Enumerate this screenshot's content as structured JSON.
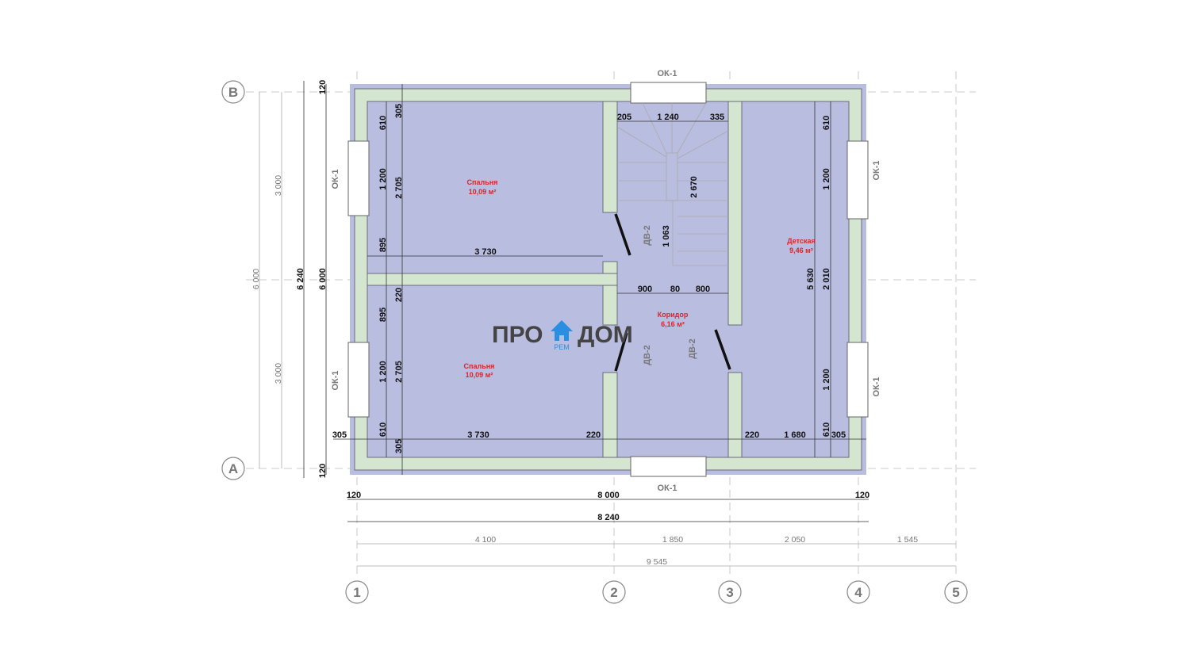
{
  "windows": {
    "top": "ОК-1",
    "bottom": "ОК-1",
    "left_top": "ОК-1",
    "left_bottom": "ОК-1",
    "right_top": "ОК-1",
    "right_bottom": "ОК-1"
  },
  "doors": {
    "stair": "ДВ-2",
    "bedroom": "ДВ-2",
    "kids": "ДВ-2"
  },
  "rooms": {
    "bedroom1": {
      "name": "Спальня",
      "area": "10,09 м²"
    },
    "bedroom2": {
      "name": "Спальня",
      "area": "10,09 м²"
    },
    "kids": {
      "name": "Детская",
      "area": "9,46 м²"
    },
    "corridor": {
      "name": "Коридор",
      "area": "6,16 м²"
    }
  },
  "stair_dims": {
    "a": "205",
    "b": "1 240",
    "c": "335",
    "len": "2 670",
    "gap": "1 063",
    "w1": "900",
    "w2": "80",
    "w3": "800"
  },
  "left_dims": {
    "c1": [
      "610",
      "1 200",
      "895",
      "895",
      "1 200",
      "610"
    ],
    "c2": [
      "305",
      "2 705",
      "220",
      "2 705",
      "305"
    ],
    "w_top": "3 730",
    "w_bot": "3 730",
    "wall": "220",
    "out": "305"
  },
  "right_dims": {
    "c1": [
      "610",
      "1 200",
      "2 010",
      "1 200",
      "610"
    ],
    "c2": "5 630",
    "wall": "220",
    "w": "1 680",
    "out": "305"
  },
  "outer_left": {
    "t": "120",
    "mid": "6 000",
    "b": "120",
    "total": "6 240",
    "half1": "3 000",
    "half2": "3 000",
    "axis": "6 000"
  },
  "outer_bottom": {
    "l": "120",
    "mid": "8 000",
    "r": "120",
    "total": "8 240",
    "s1": "4 100",
    "s2": "1 850",
    "s3": "2 050",
    "s4": "1 545",
    "axis": "9 545"
  },
  "axes": {
    "cols": [
      "1",
      "2",
      "3",
      "4",
      "5"
    ],
    "rows": [
      "B",
      "A"
    ]
  },
  "logo": {
    "left": "ПРО",
    "right": "ДОМ",
    "sub": "РЕМ"
  },
  "colors": {
    "wall": "#d4e6cf",
    "insulation": "#b9bde0",
    "room_label": "#d8262a",
    "logo": "#2a8fe0"
  }
}
